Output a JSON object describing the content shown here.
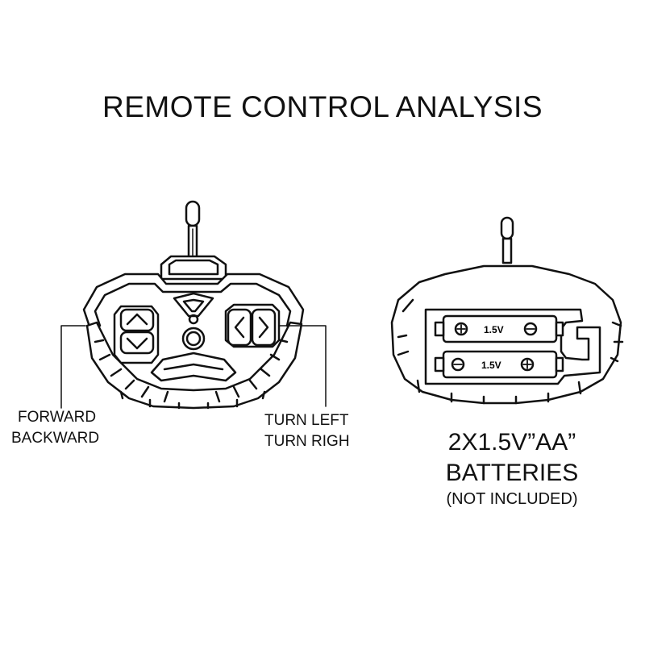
{
  "title": "REMOTE CONTROL ANALYSIS",
  "left_remote": {
    "label_forward": "FORWARD",
    "label_backward": "BACKWARD",
    "label_turn_left": "TURN LEFT",
    "label_turn_right": "TURN RIGH"
  },
  "right_remote": {
    "battery_cell_1_voltage": "1.5V",
    "battery_cell_2_voltage": "1.5V",
    "battery_quantity": "2X1.5V”AA”",
    "battery_word": "BATTERIES",
    "battery_note": "(NOT INCLUDED)"
  }
}
